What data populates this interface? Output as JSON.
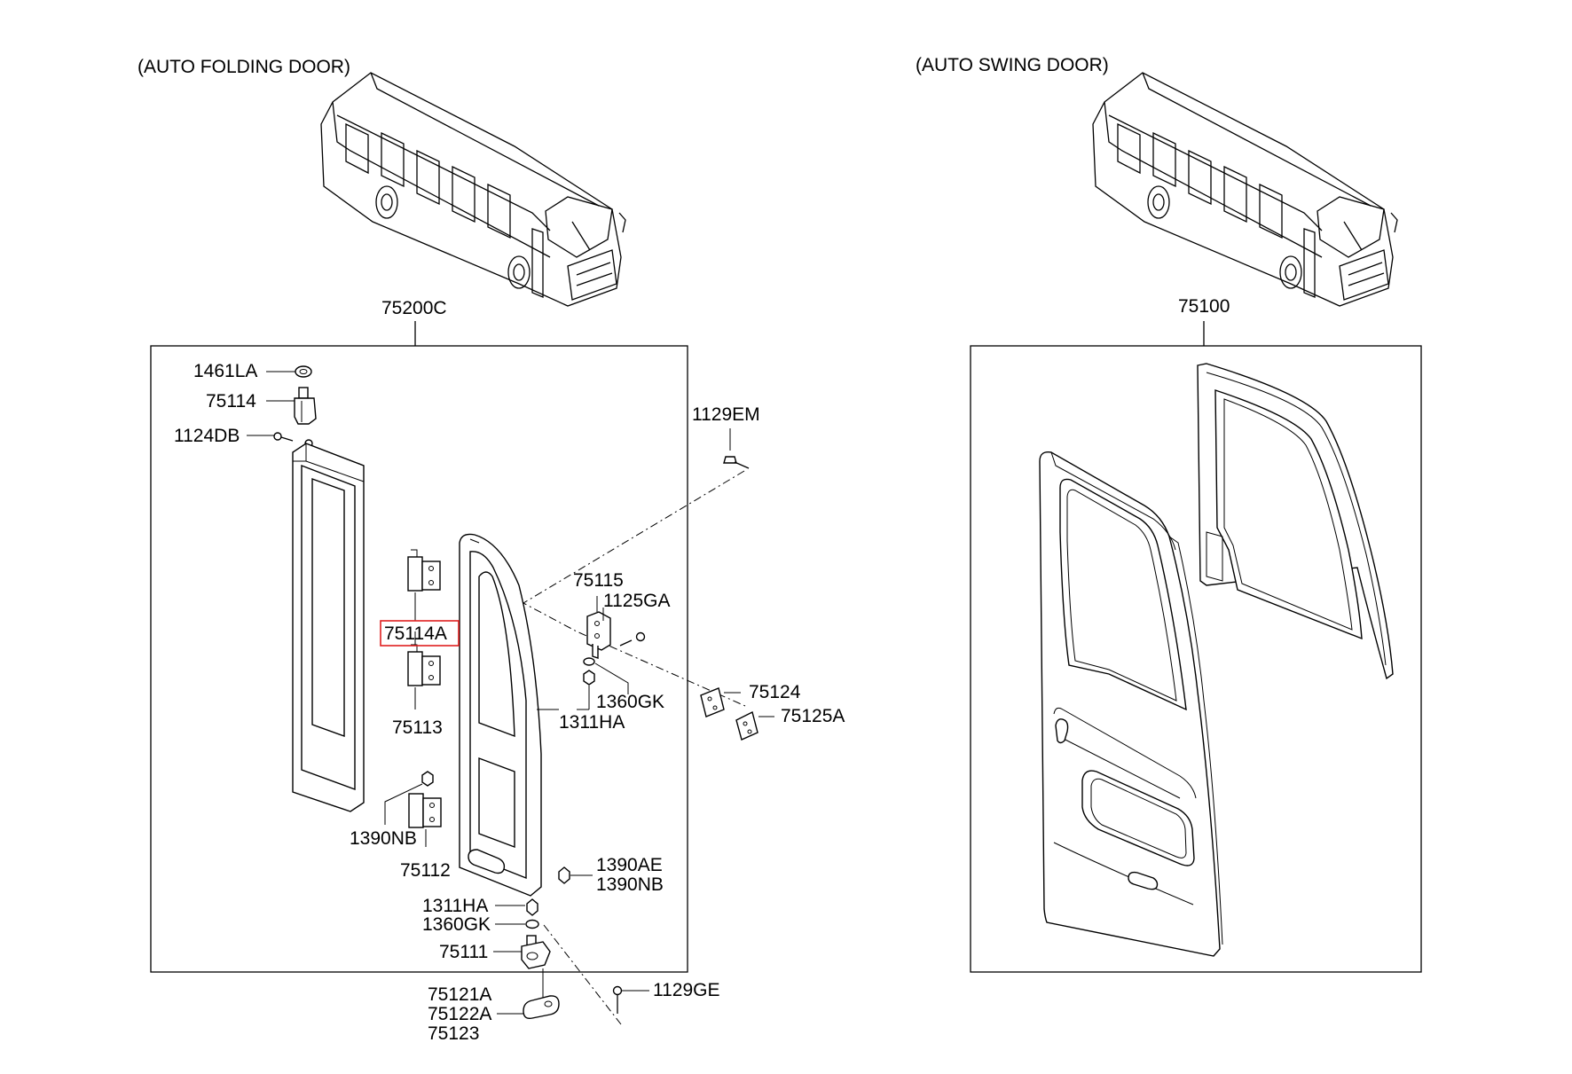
{
  "left_section": {
    "title": "(AUTO FOLDING DOOR)",
    "assembly": "75200C",
    "parts": {
      "p1461LA": "1461LA",
      "p75114": "75114",
      "p1124DB": "1124DB",
      "p1129EM": "1129EM",
      "p75115": "75115",
      "p1125GA": "1125GA",
      "p75114A": "75114A",
      "p1360GK_a": "1360GK",
      "p1311HA_a": "1311HA",
      "p75124": "75124",
      "p75125A": "75125A",
      "p75113": "75113",
      "p1390NB_a": "1390NB",
      "p75112": "75112",
      "p1390AE": "1390AE",
      "p1390NB_b": "1390NB",
      "p1311HA_b": "1311HA",
      "p1360GK_b": "1360GK",
      "p75111": "75111",
      "p75121A": "75121A",
      "p75122A": "75122A",
      "p75123": "75123",
      "p1129GE": "1129GE"
    },
    "highlighted_part": "75114A"
  },
  "right_section": {
    "title": "(AUTO SWING DOOR)",
    "assembly": "75100"
  },
  "colors": {
    "line": "#000000",
    "background": "#ffffff",
    "highlight": "#e02020"
  }
}
